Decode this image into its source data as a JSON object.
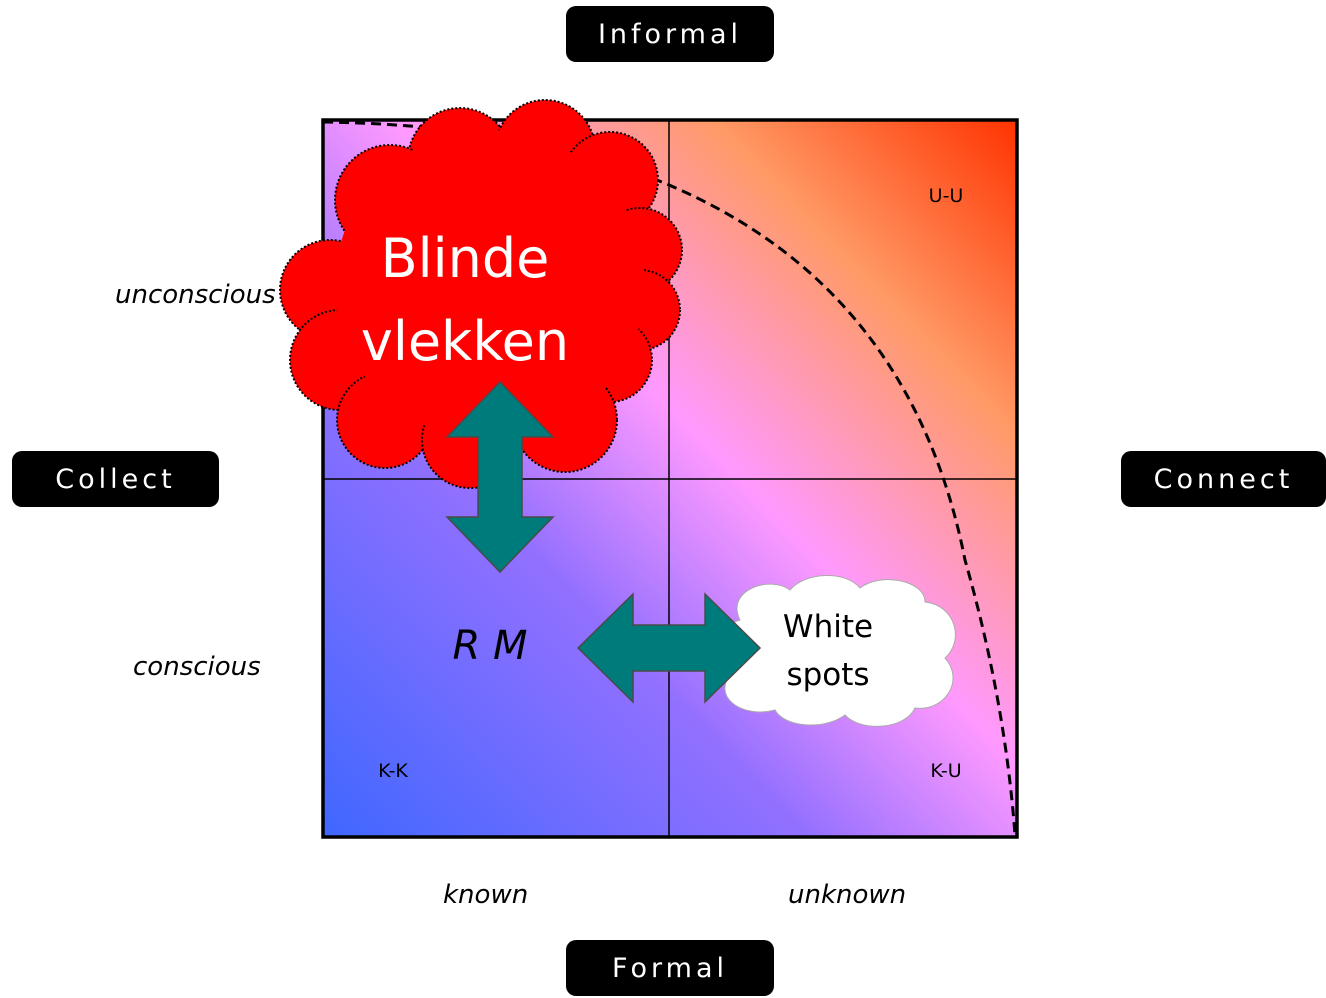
{
  "pills": {
    "top": "Informal",
    "bottom": "Formal",
    "left": "Collect",
    "right": "Connect"
  },
  "axis": {
    "row_top": "unconscious",
    "row_bottom": "conscious",
    "col_left": "known",
    "col_right": "unknown"
  },
  "quadrants": {
    "top_right": "U-U",
    "bottom_left": "K-K",
    "bottom_right": "K-U"
  },
  "callouts": {
    "blind_spots_line1": "Blinde",
    "blind_spots_line2": "vlekken",
    "white_spots_line1": "White",
    "white_spots_line2": "spots",
    "center": "R M"
  },
  "colors": {
    "gradient_bottom_left": "#3f67ff",
    "gradient_mid": "#a07cff",
    "gradient_pink": "#ff99ff",
    "gradient_orange": "#ff9a66",
    "gradient_top_right": "#ff3300",
    "blind_cloud": "#ff0000",
    "arrow": "#007b7b"
  }
}
